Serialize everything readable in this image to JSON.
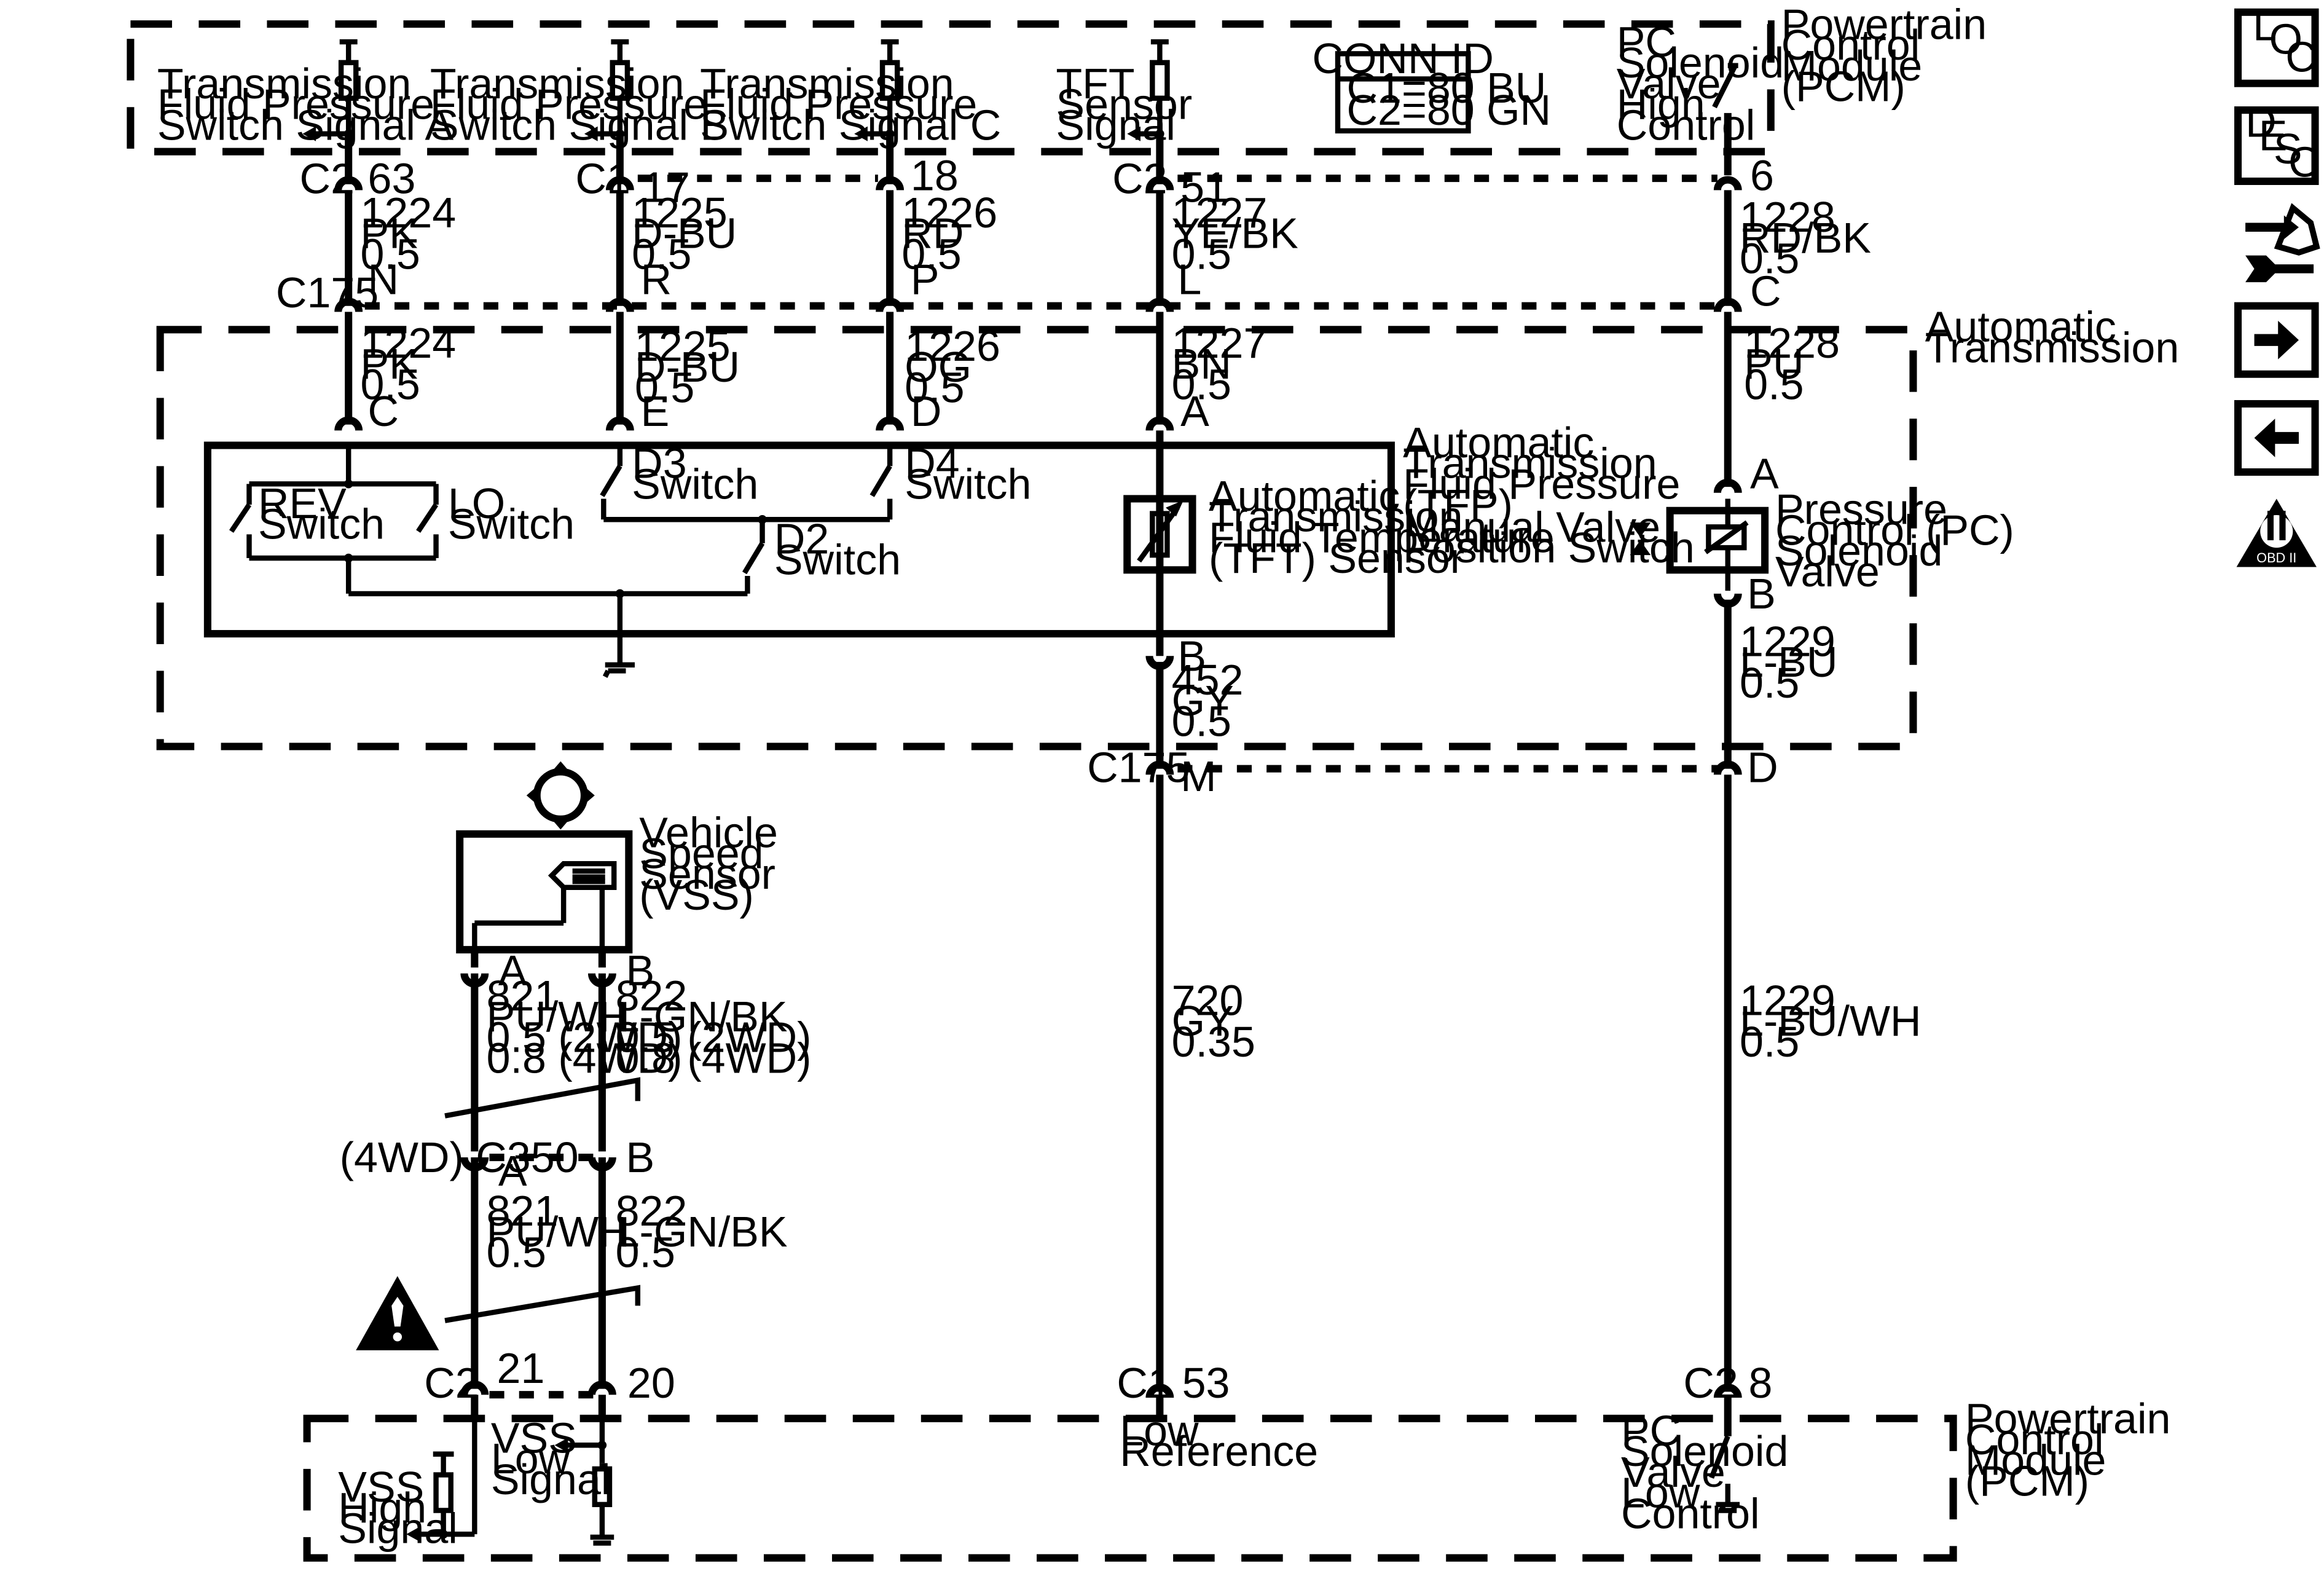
{
  "pcm_top": {
    "l1": "Powertrain",
    "l2": "Control",
    "l3": "Module",
    "l4": "(PCM)"
  },
  "pcm_bottom": {
    "l1": "Powertrain",
    "l2": "Control",
    "l3": "Module",
    "l4": "(PCM)"
  },
  "auto_trans": {
    "l1": "Automatic",
    "l2": "Transmission"
  },
  "conn_id": {
    "title": "CONN ID",
    "c1": "C1=80 BU",
    "c2": "C2=80 GN"
  },
  "signals": {
    "a": [
      "Transmission",
      "Fluid Pressure",
      "Switch Signal A"
    ],
    "b": [
      "Transmission",
      "Fluid Pressure",
      "Switch Signal B"
    ],
    "c": [
      "Transmission",
      "Fluid Pressure",
      "Switch Signal C"
    ],
    "tft": [
      "TFT",
      "Sensor",
      "Signal"
    ],
    "pc_high": [
      "PC",
      "Solenoid",
      "Valve",
      "High",
      "Control"
    ]
  },
  "pcm_pins": {
    "w1": {
      "conn": "C2",
      "pin": "63"
    },
    "w2": {
      "conn": "C1",
      "pin": "17"
    },
    "w3": {
      "pin": "18"
    },
    "w4": {
      "conn": "C2",
      "pin": "51"
    },
    "w5": {
      "pin": "6"
    }
  },
  "wires_upper": {
    "w1": [
      "1224",
      "PK",
      "0.5"
    ],
    "w2": [
      "1225",
      "D-BU",
      "0.5"
    ],
    "w3": [
      "1226",
      "RD",
      "0.5"
    ],
    "w4": [
      "1227",
      "YE/BK",
      "0.5"
    ],
    "w5": [
      "1228",
      "RD/BK",
      "0.5"
    ]
  },
  "c175": {
    "name": "C175",
    "w1": "N",
    "w2": "R",
    "w3": "P",
    "w4": "L",
    "w5": "C",
    "m": "M",
    "d": "D"
  },
  "wires_trans": {
    "w1": [
      "1224",
      "PK",
      "0.5"
    ],
    "w2": [
      "1225",
      "D-BU",
      "0.5"
    ],
    "w3": [
      "1226",
      "OG",
      "0.5"
    ],
    "w4": [
      "1227",
      "BN",
      "0.5"
    ],
    "w5": [
      "1228",
      "PU",
      "0.5"
    ]
  },
  "tfp_pins": {
    "c": "C",
    "e": "E",
    "d": "D",
    "a": "A",
    "b": "B"
  },
  "switches": {
    "rev": [
      "REV",
      "Switch"
    ],
    "lo": [
      "LO",
      "Switch"
    ],
    "d3": [
      "D3",
      "Switch"
    ],
    "d4": [
      "D4",
      "Switch"
    ],
    "d2": [
      "D2",
      "Switch"
    ]
  },
  "tft_sensor": [
    "Automatic",
    "Transmission",
    "Fluid Temperature",
    "(TFT) Sensor"
  ],
  "tfp_switch": [
    "Automatic",
    "Transmission",
    "Fluid Pressure",
    "(TFP)",
    "Manual Valve",
    "Position Switch"
  ],
  "pc_solenoid": {
    "lines": [
      "Pressure",
      "Control (PC)",
      "Solenoid",
      "Valve"
    ],
    "pin_a": "A",
    "pin_b": "B"
  },
  "wire_452": [
    "452",
    "GY",
    "0.5"
  ],
  "wire_1229": [
    "1229",
    "L-BU",
    "0.5"
  ],
  "wire_720": [
    "720",
    "GY",
    "0.35"
  ],
  "wire_1229b": [
    "1229",
    "L-BU/WH",
    "0.5"
  ],
  "vss": {
    "lines": [
      "Vehicle",
      "Speed",
      "Sensor",
      "(VSS)"
    ],
    "pin_a": "A",
    "pin_b": "B"
  },
  "wire_821_top": [
    "821",
    "PU/WH",
    "0.5 (2WD)",
    "0.8 (4WD)"
  ],
  "wire_822_top": [
    "822",
    "L-GN/BK",
    "0.5 (2WD)",
    "0.8 (4WD)"
  ],
  "c350": {
    "name": "(4WD) C350",
    "a": "A",
    "b": "B"
  },
  "wire_821_bot": [
    "821",
    "PU/WH",
    "0.5"
  ],
  "wire_822_bot": [
    "822",
    "L-GN/BK",
    "0.5"
  ],
  "pcm_bottom_pins": {
    "vss_conn": "C2",
    "p21": "21",
    "p20": "20",
    "low_conn": "C1",
    "p53": "53",
    "pc_conn": "C2",
    "p8": "8"
  },
  "bottom_labels": {
    "vss_low": [
      "VSS",
      "Low",
      "Signal"
    ],
    "vss_high": [
      "VSS",
      "High",
      "Signal"
    ],
    "low_ref": [
      "Low",
      "Reference"
    ],
    "pc_low": [
      "PC",
      "Solenoid",
      "Valve",
      "Low",
      "Control"
    ]
  },
  "sidebar": {
    "loc": [
      "L",
      "O",
      "C"
    ],
    "desc": [
      "D",
      "E",
      "S",
      "C"
    ],
    "obd": "OBD II",
    "obd_numeral": "II"
  },
  "colors": {
    "line": "#000000",
    "background": "#ffffff"
  }
}
